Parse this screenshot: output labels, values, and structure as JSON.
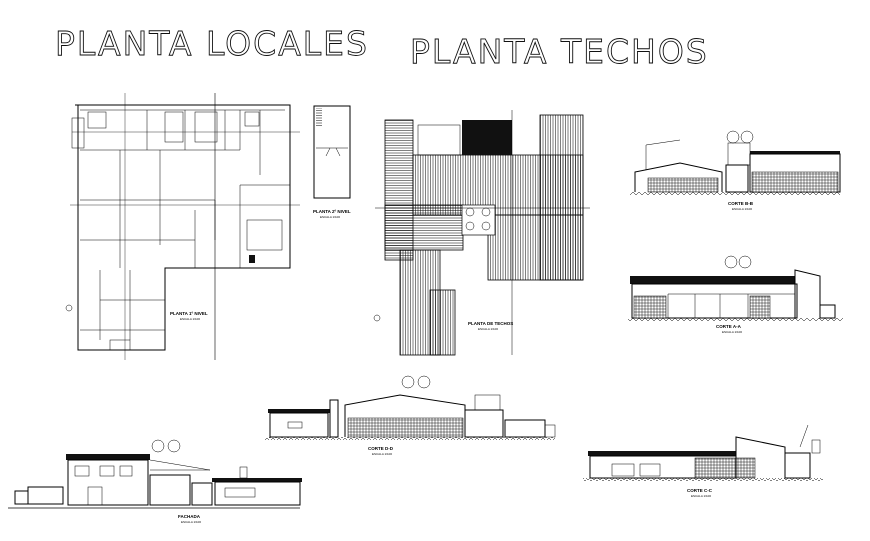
{
  "titles": {
    "planta_locales": "PLANTA LOCALES",
    "planta_techos": "PLANTA TECHOS"
  },
  "drawings": {
    "planta_1": {
      "label": "PLANTA 1º NIVEL",
      "scale": "ESCALA 1/100"
    },
    "planta_2": {
      "label": "PLANTA 2º NIVEL",
      "scale": "ESCALA 1/100"
    },
    "planta_techos": {
      "label": "PLANTA DE TECHOS",
      "scale": "ESCALA 1/100"
    },
    "corte_bb": {
      "label": "CORTE B-B",
      "scale": "ESCALA 1/100"
    },
    "corte_aa": {
      "label": "CORTE A-A",
      "scale": "ESCALA 1/100"
    },
    "corte_dd": {
      "label": "CORTE D-D",
      "scale": "ESCALA 1/100"
    },
    "corte_cc": {
      "label": "CORTE C-C",
      "scale": "ESCALA 1/100"
    },
    "fachada": {
      "label": "FACHADA",
      "scale": "ESCALA 1/100"
    }
  },
  "colors": {
    "line": "#000000",
    "background": "#ffffff"
  }
}
